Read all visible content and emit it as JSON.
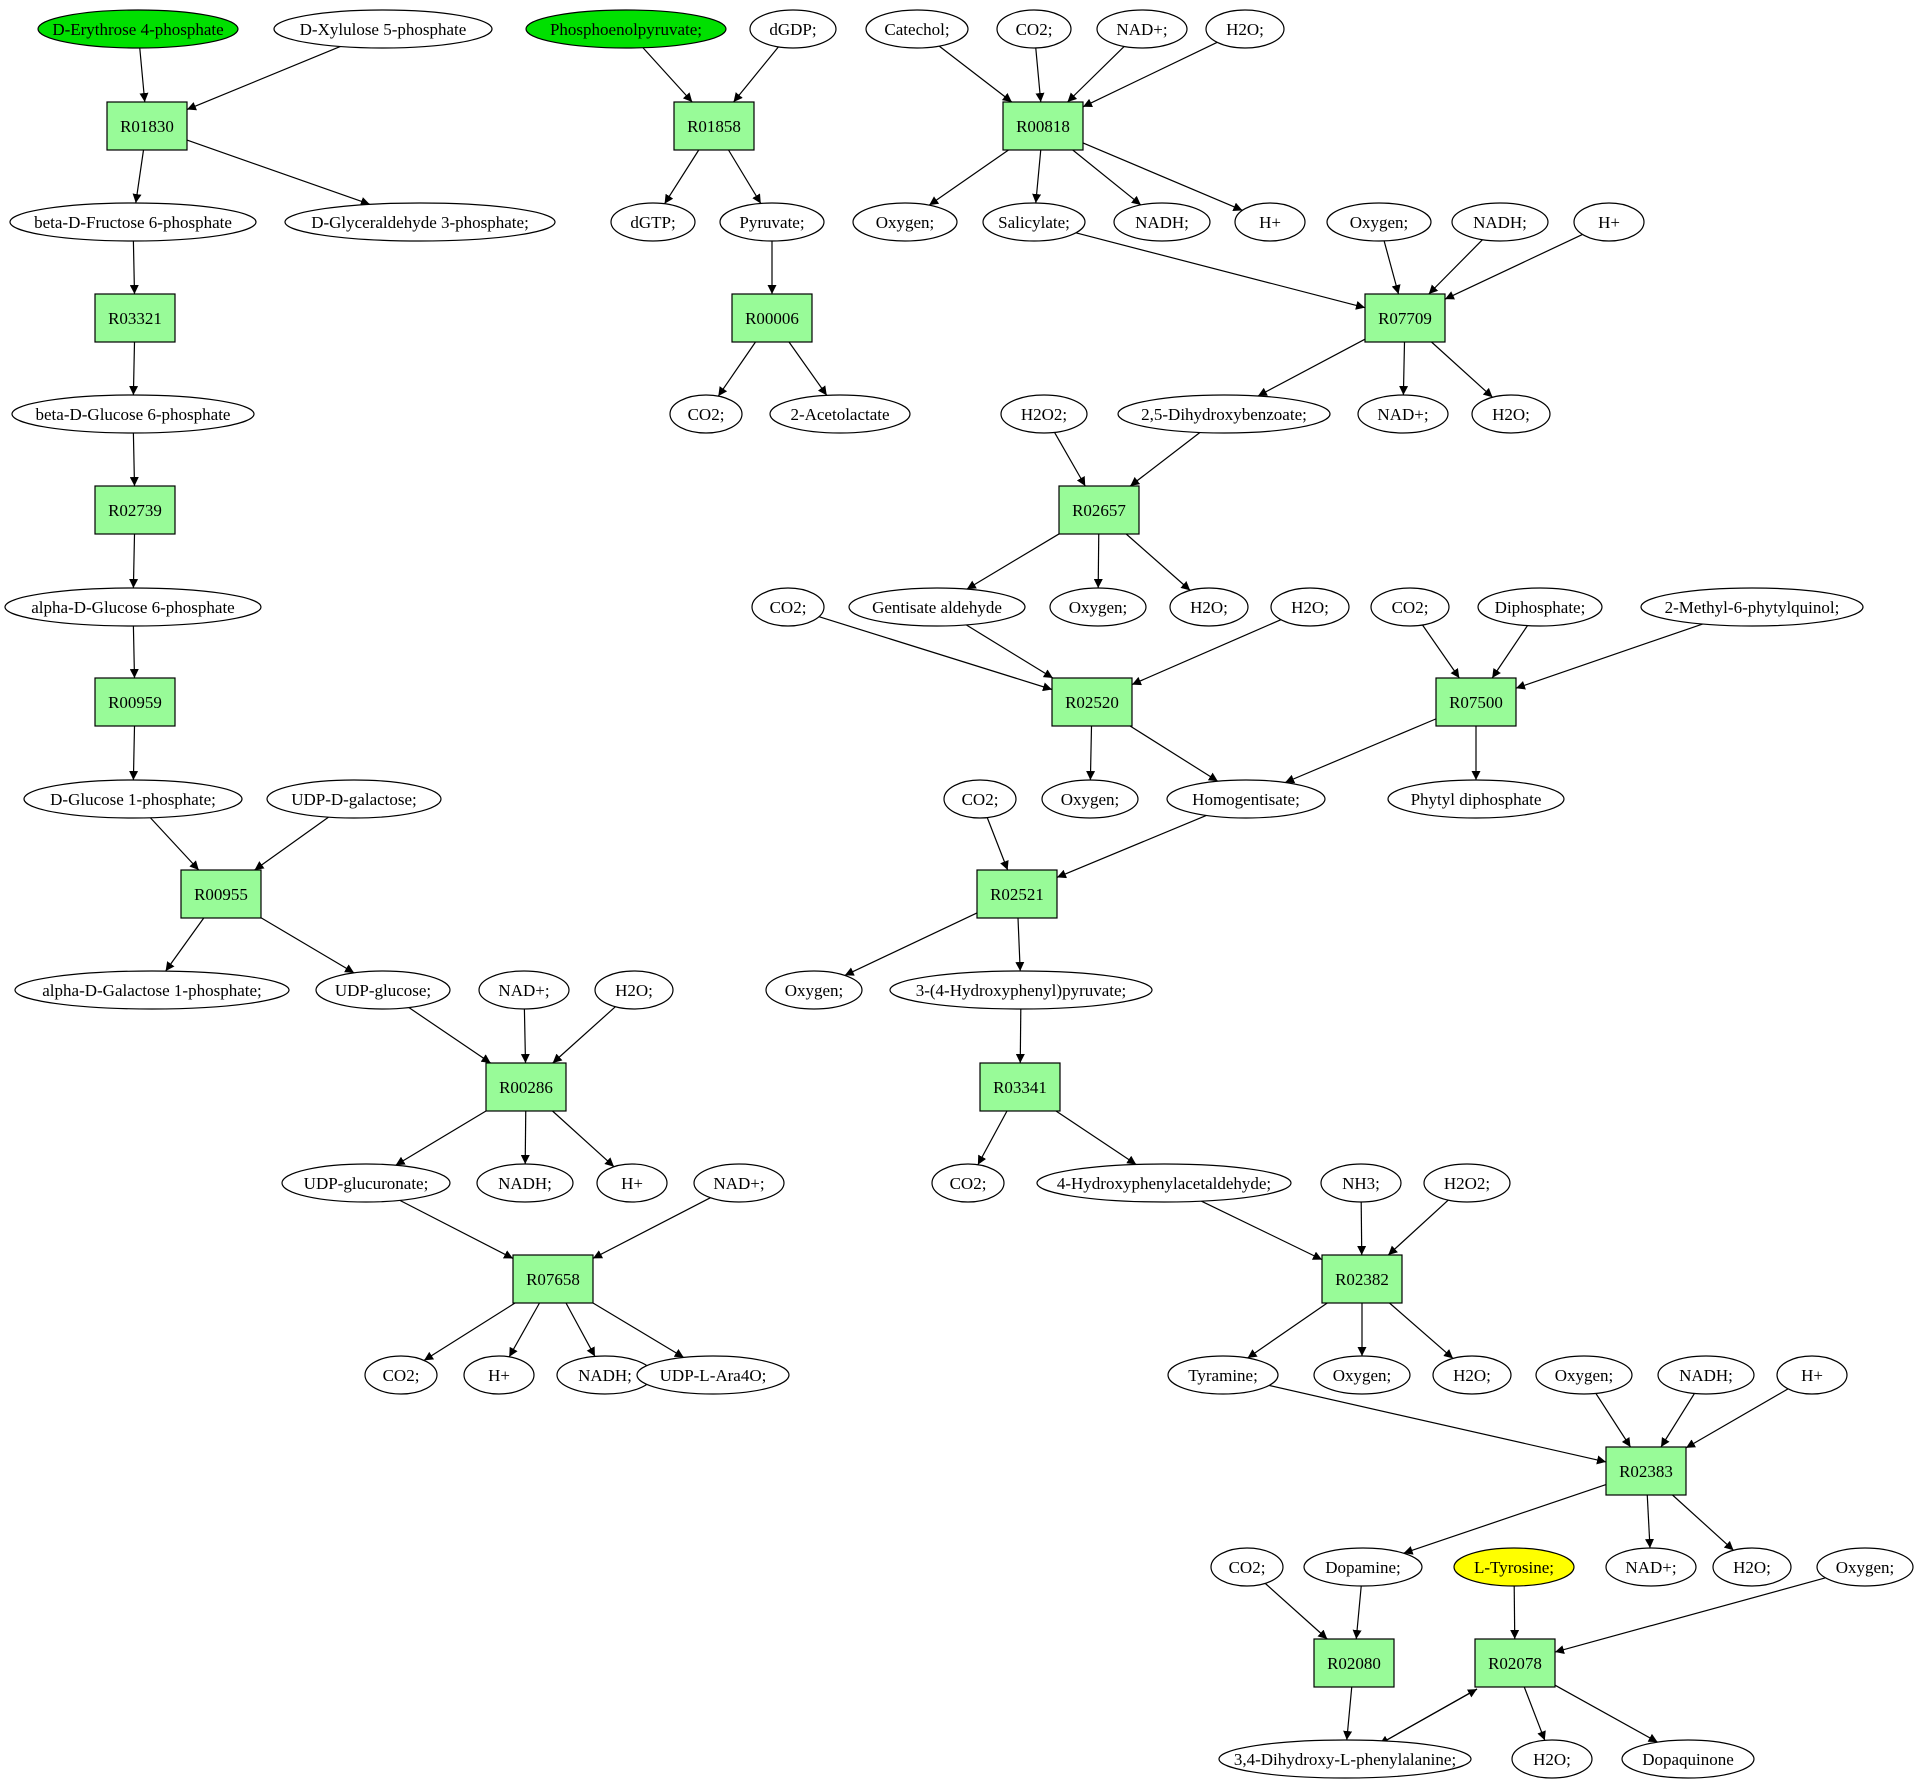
{
  "colors": {
    "background": "#ffffff",
    "metabolite": "#ffffff",
    "source_metabolite": "#00e000",
    "target_metabolite": "#ffff00",
    "reaction": "#98fb98",
    "stroke": "#000000"
  },
  "nodes": [
    {
      "id": "m1",
      "label": "D-Erythrose 4-phosphate",
      "kind": "source"
    },
    {
      "id": "m2",
      "label": "D-Xylulose 5-phosphate",
      "kind": "metabolite"
    },
    {
      "id": "r1",
      "label": "R01830",
      "kind": "reaction"
    },
    {
      "id": "m3",
      "label": "beta-D-Fructose 6-phosphate",
      "kind": "metabolite"
    },
    {
      "id": "m4",
      "label": "D-Glyceraldehyde 3-phosphate;",
      "kind": "metabolite"
    },
    {
      "id": "r2",
      "label": "R03321",
      "kind": "reaction"
    },
    {
      "id": "m5",
      "label": "beta-D-Glucose 6-phosphate",
      "kind": "metabolite"
    },
    {
      "id": "r3",
      "label": "R02739",
      "kind": "reaction"
    },
    {
      "id": "m6",
      "label": "alpha-D-Glucose 6-phosphate",
      "kind": "metabolite"
    },
    {
      "id": "r4",
      "label": "R00959",
      "kind": "reaction"
    },
    {
      "id": "m7",
      "label": "D-Glucose 1-phosphate;",
      "kind": "metabolite"
    },
    {
      "id": "m8",
      "label": "UDP-D-galactose;",
      "kind": "metabolite"
    },
    {
      "id": "r5",
      "label": "R00955",
      "kind": "reaction"
    },
    {
      "id": "m9",
      "label": "alpha-D-Galactose 1-phosphate;",
      "kind": "metabolite"
    },
    {
      "id": "m10",
      "label": "UDP-glucose;",
      "kind": "metabolite"
    },
    {
      "id": "m11",
      "label": "NAD+;",
      "kind": "metabolite"
    },
    {
      "id": "m12",
      "label": "H2O;",
      "kind": "metabolite"
    },
    {
      "id": "r6",
      "label": "R00286",
      "kind": "reaction"
    },
    {
      "id": "m13",
      "label": "UDP-glucuronate;",
      "kind": "metabolite"
    },
    {
      "id": "m14",
      "label": "NADH;",
      "kind": "metabolite"
    },
    {
      "id": "m15",
      "label": "H+",
      "kind": "metabolite"
    },
    {
      "id": "m16",
      "label": "NAD+;",
      "kind": "metabolite"
    },
    {
      "id": "r7",
      "label": "R07658",
      "kind": "reaction"
    },
    {
      "id": "m17",
      "label": "CO2;",
      "kind": "metabolite"
    },
    {
      "id": "m18",
      "label": "H+",
      "kind": "metabolite"
    },
    {
      "id": "m19",
      "label": "NADH;",
      "kind": "metabolite"
    },
    {
      "id": "m20",
      "label": "UDP-L-Ara4O;",
      "kind": "metabolite"
    },
    {
      "id": "m21",
      "label": "Phosphoenolpyruvate;",
      "kind": "source"
    },
    {
      "id": "m22",
      "label": "dGDP;",
      "kind": "metabolite"
    },
    {
      "id": "r8",
      "label": "R01858",
      "kind": "reaction"
    },
    {
      "id": "m23",
      "label": "dGTP;",
      "kind": "metabolite"
    },
    {
      "id": "m24",
      "label": "Pyruvate;",
      "kind": "metabolite"
    },
    {
      "id": "r9",
      "label": "R00006",
      "kind": "reaction"
    },
    {
      "id": "m25",
      "label": "CO2;",
      "kind": "metabolite"
    },
    {
      "id": "m26",
      "label": "2-Acetolactate",
      "kind": "metabolite"
    },
    {
      "id": "m27",
      "label": "Catechol;",
      "kind": "metabolite"
    },
    {
      "id": "m28",
      "label": "CO2;",
      "kind": "metabolite"
    },
    {
      "id": "m29",
      "label": "NAD+;",
      "kind": "metabolite"
    },
    {
      "id": "m30",
      "label": "H2O;",
      "kind": "metabolite"
    },
    {
      "id": "r10",
      "label": "R00818",
      "kind": "reaction"
    },
    {
      "id": "m31",
      "label": "Oxygen;",
      "kind": "metabolite"
    },
    {
      "id": "m32",
      "label": "Salicylate;",
      "kind": "metabolite"
    },
    {
      "id": "m33",
      "label": "NADH;",
      "kind": "metabolite"
    },
    {
      "id": "m34",
      "label": "H+",
      "kind": "metabolite"
    },
    {
      "id": "m35",
      "label": "Oxygen;",
      "kind": "metabolite"
    },
    {
      "id": "m36",
      "label": "NADH;",
      "kind": "metabolite"
    },
    {
      "id": "m37",
      "label": "H+",
      "kind": "metabolite"
    },
    {
      "id": "r11",
      "label": "R07709",
      "kind": "reaction"
    },
    {
      "id": "m38",
      "label": "H2O2;",
      "kind": "metabolite"
    },
    {
      "id": "m39",
      "label": "2,5-Dihydroxybenzoate;",
      "kind": "metabolite"
    },
    {
      "id": "m40",
      "label": "NAD+;",
      "kind": "metabolite"
    },
    {
      "id": "m41",
      "label": "H2O;",
      "kind": "metabolite"
    },
    {
      "id": "r12",
      "label": "R02657",
      "kind": "reaction"
    },
    {
      "id": "m42",
      "label": "CO2;",
      "kind": "metabolite"
    },
    {
      "id": "m43",
      "label": "Gentisate aldehyde",
      "kind": "metabolite"
    },
    {
      "id": "m44",
      "label": "Oxygen;",
      "kind": "metabolite"
    },
    {
      "id": "m45",
      "label": "H2O;",
      "kind": "metabolite"
    },
    {
      "id": "m46",
      "label": "H2O;",
      "kind": "metabolite"
    },
    {
      "id": "m47",
      "label": "CO2;",
      "kind": "metabolite"
    },
    {
      "id": "m48",
      "label": "Diphosphate;",
      "kind": "metabolite"
    },
    {
      "id": "m49",
      "label": "2-Methyl-6-phytylquinol;",
      "kind": "metabolite"
    },
    {
      "id": "r13",
      "label": "R02520",
      "kind": "reaction"
    },
    {
      "id": "r14",
      "label": "R07500",
      "kind": "reaction"
    },
    {
      "id": "m50",
      "label": "CO2;",
      "kind": "metabolite"
    },
    {
      "id": "m51",
      "label": "Oxygen;",
      "kind": "metabolite"
    },
    {
      "id": "m52",
      "label": "Homogentisate;",
      "kind": "metabolite"
    },
    {
      "id": "m53",
      "label": "Phytyl diphosphate",
      "kind": "metabolite"
    },
    {
      "id": "r15",
      "label": "R02521",
      "kind": "reaction"
    },
    {
      "id": "m54",
      "label": "Oxygen;",
      "kind": "metabolite"
    },
    {
      "id": "m55",
      "label": "3-(4-Hydroxyphenyl)pyruvate;",
      "kind": "metabolite"
    },
    {
      "id": "r16",
      "label": "R03341",
      "kind": "reaction"
    },
    {
      "id": "m56",
      "label": "CO2;",
      "kind": "metabolite"
    },
    {
      "id": "m57",
      "label": "4-Hydroxyphenylacetaldehyde;",
      "kind": "metabolite"
    },
    {
      "id": "m58",
      "label": "NH3;",
      "kind": "metabolite"
    },
    {
      "id": "m59",
      "label": "H2O2;",
      "kind": "metabolite"
    },
    {
      "id": "r17",
      "label": "R02382",
      "kind": "reaction"
    },
    {
      "id": "m60",
      "label": "Tyramine;",
      "kind": "metabolite"
    },
    {
      "id": "m61",
      "label": "Oxygen;",
      "kind": "metabolite"
    },
    {
      "id": "m62",
      "label": "H2O;",
      "kind": "metabolite"
    },
    {
      "id": "m63",
      "label": "Oxygen;",
      "kind": "metabolite"
    },
    {
      "id": "m64",
      "label": "NADH;",
      "kind": "metabolite"
    },
    {
      "id": "m65",
      "label": "H+",
      "kind": "metabolite"
    },
    {
      "id": "r18",
      "label": "R02383",
      "kind": "reaction"
    },
    {
      "id": "m66",
      "label": "CO2;",
      "kind": "metabolite"
    },
    {
      "id": "m67",
      "label": "Dopamine;",
      "kind": "metabolite"
    },
    {
      "id": "m68",
      "label": "L-Tyrosine;",
      "kind": "target"
    },
    {
      "id": "m69",
      "label": "NAD+;",
      "kind": "metabolite"
    },
    {
      "id": "m70",
      "label": "H2O;",
      "kind": "metabolite"
    },
    {
      "id": "m71",
      "label": "Oxygen;",
      "kind": "metabolite"
    },
    {
      "id": "r19",
      "label": "R02080",
      "kind": "reaction"
    },
    {
      "id": "r20",
      "label": "R02078",
      "kind": "reaction"
    },
    {
      "id": "m72",
      "label": "3,4-Dihydroxy-L-phenylalanine;",
      "kind": "metabolite"
    },
    {
      "id": "m73",
      "label": "H2O;",
      "kind": "metabolite"
    },
    {
      "id": "m74",
      "label": "Dopaquinone",
      "kind": "metabolite"
    }
  ],
  "edges": [
    [
      "m1",
      "r1"
    ],
    [
      "m2",
      "r1"
    ],
    [
      "r1",
      "m3"
    ],
    [
      "r1",
      "m4"
    ],
    [
      "m3",
      "r2"
    ],
    [
      "r2",
      "m5"
    ],
    [
      "m5",
      "r3"
    ],
    [
      "r3",
      "m6"
    ],
    [
      "m6",
      "r4"
    ],
    [
      "r4",
      "m7"
    ],
    [
      "m7",
      "r5"
    ],
    [
      "m8",
      "r5"
    ],
    [
      "r5",
      "m9"
    ],
    [
      "r5",
      "m10"
    ],
    [
      "m10",
      "r6"
    ],
    [
      "m11",
      "r6"
    ],
    [
      "m12",
      "r6"
    ],
    [
      "r6",
      "m13"
    ],
    [
      "r6",
      "m14"
    ],
    [
      "r6",
      "m15"
    ],
    [
      "m13",
      "r7"
    ],
    [
      "m16",
      "r7"
    ],
    [
      "r7",
      "m17"
    ],
    [
      "r7",
      "m18"
    ],
    [
      "r7",
      "m19"
    ],
    [
      "r7",
      "m20"
    ],
    [
      "m21",
      "r8"
    ],
    [
      "m22",
      "r8"
    ],
    [
      "r8",
      "m23"
    ],
    [
      "r8",
      "m24"
    ],
    [
      "m24",
      "r9"
    ],
    [
      "r9",
      "m25"
    ],
    [
      "r9",
      "m26"
    ],
    [
      "m27",
      "r10"
    ],
    [
      "m28",
      "r10"
    ],
    [
      "m29",
      "r10"
    ],
    [
      "m30",
      "r10"
    ],
    [
      "r10",
      "m31"
    ],
    [
      "r10",
      "m32"
    ],
    [
      "r10",
      "m33"
    ],
    [
      "r10",
      "m34"
    ],
    [
      "m32",
      "r11"
    ],
    [
      "m35",
      "r11"
    ],
    [
      "m36",
      "r11"
    ],
    [
      "m37",
      "r11"
    ],
    [
      "r11",
      "m39"
    ],
    [
      "r11",
      "m40"
    ],
    [
      "r11",
      "m41"
    ],
    [
      "m38",
      "r12"
    ],
    [
      "m39",
      "r12"
    ],
    [
      "r12",
      "m43"
    ],
    [
      "r12",
      "m44"
    ],
    [
      "r12",
      "m45"
    ],
    [
      "m42",
      "r13"
    ],
    [
      "m43",
      "r13"
    ],
    [
      "m46",
      "r13"
    ],
    [
      "r13",
      "m51"
    ],
    [
      "r13",
      "m52"
    ],
    [
      "m47",
      "r14"
    ],
    [
      "m48",
      "r14"
    ],
    [
      "m49",
      "r14"
    ],
    [
      "r14",
      "m52"
    ],
    [
      "r14",
      "m53"
    ],
    [
      "m50",
      "r15"
    ],
    [
      "m52",
      "r15"
    ],
    [
      "r15",
      "m54"
    ],
    [
      "r15",
      "m55"
    ],
    [
      "m55",
      "r16"
    ],
    [
      "r16",
      "m56"
    ],
    [
      "r16",
      "m57"
    ],
    [
      "m57",
      "r17"
    ],
    [
      "m58",
      "r17"
    ],
    [
      "m59",
      "r17"
    ],
    [
      "r17",
      "m60"
    ],
    [
      "r17",
      "m61"
    ],
    [
      "r17",
      "m62"
    ],
    [
      "m60",
      "r18"
    ],
    [
      "m63",
      "r18"
    ],
    [
      "m64",
      "r18"
    ],
    [
      "m65",
      "r18"
    ],
    [
      "r18",
      "m67"
    ],
    [
      "r18",
      "m69"
    ],
    [
      "r18",
      "m70"
    ],
    [
      "m66",
      "r19"
    ],
    [
      "m67",
      "r19"
    ],
    [
      "r19",
      "m72"
    ],
    [
      "m68",
      "r20"
    ],
    [
      "m71",
      "r20"
    ],
    [
      "m72",
      "r20"
    ],
    [
      "r20",
      "m72"
    ],
    [
      "r20",
      "m73"
    ],
    [
      "r20",
      "m74"
    ]
  ]
}
